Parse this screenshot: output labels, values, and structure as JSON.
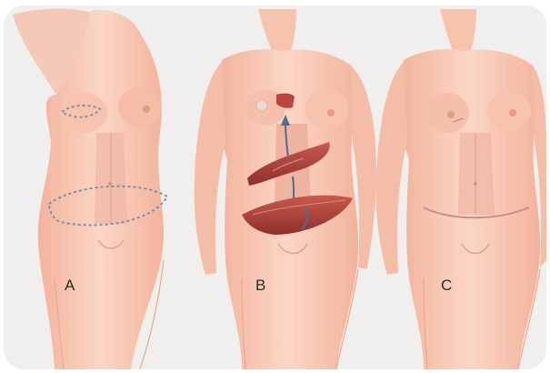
{
  "panels": [
    {
      "id": "A",
      "label": "A"
    },
    {
      "id": "B",
      "label": "B"
    },
    {
      "id": "C",
      "label": "C"
    }
  ],
  "colors": {
    "background": "#f1efee",
    "skin": "#f7c8b4",
    "skin_shadow": "#eea98f",
    "muscle": "#e9b3a0",
    "flap": "#b1423c",
    "incision_dotted": "#7a8ea8",
    "scar": "#c48f88",
    "vessel": "#4b6f92"
  }
}
